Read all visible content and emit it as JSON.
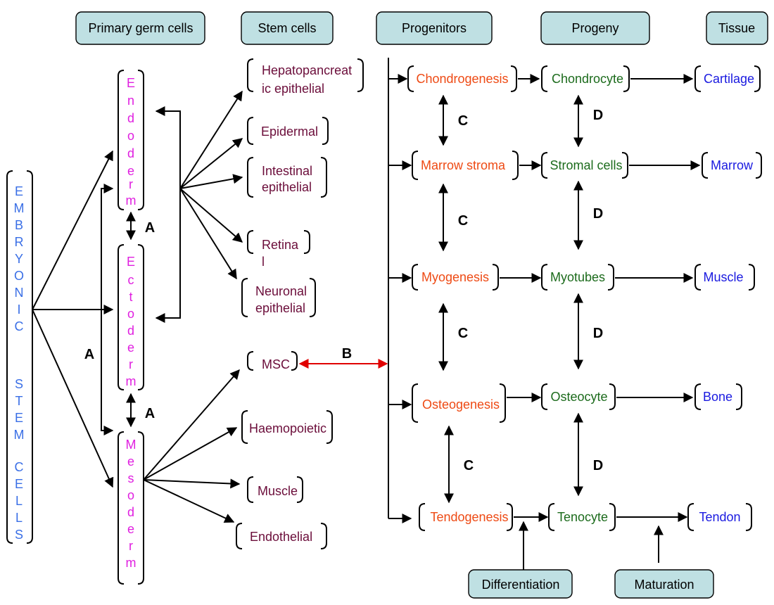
{
  "headers": {
    "primary_germ_cells": "Primary germ cells",
    "stem_cells": "Stem cells",
    "progenitors": "Progenitors",
    "progeny": "Progeny",
    "tissue": "Tissue"
  },
  "embryonic": {
    "top": [
      "E",
      "M",
      "B",
      "R",
      "Y",
      "O",
      "N",
      "I",
      "C"
    ],
    "mid": [
      "S",
      "T",
      "E",
      "M"
    ],
    "bottom": [
      "C",
      "E",
      "L",
      "L",
      "S"
    ]
  },
  "germ_layers": {
    "endoderm": [
      "E",
      "n",
      "d",
      "o",
      "d",
      "e",
      "r",
      "m"
    ],
    "ectoderm": [
      "E",
      "c",
      "t",
      "o",
      "d",
      "e",
      "r",
      "m"
    ],
    "mesoderm": [
      "M",
      "e",
      "s",
      "o",
      "d",
      "e",
      "r",
      "m"
    ]
  },
  "stem_cells": {
    "hepato_line1": "Hepatopancreat",
    "hepato_line2": "ic epithelial",
    "epidermal": "Epidermal",
    "intestinal_line1": "Intestinal",
    "intestinal_line2": "epithelial",
    "retinal_line1": "Retina",
    "retinal_line2": "l",
    "neuronal_line1": "Neuronal",
    "neuronal_line2": "epithelial",
    "msc": "MSC",
    "haemopoietic": "Haemopoietic",
    "muscle": "Muscle",
    "endothelial": "Endothelial"
  },
  "progenitors": [
    "Chondrogenesis",
    "Marrow stroma",
    "Myogenesis",
    "Osteogenesis",
    "Tendogenesis"
  ],
  "progeny": [
    "Chondrocyte",
    "Stromal cells",
    "Myotubes",
    "Osteocyte",
    "Tenocyte"
  ],
  "tissues": [
    "Cartilage",
    "Marrow",
    "Muscle",
    "Bone",
    "Tendon"
  ],
  "labels": {
    "a": "A",
    "b": "B",
    "c": "C",
    "d": "D"
  },
  "footer": {
    "differentiation": "Differentiation",
    "maturation": "Maturation"
  },
  "colors": {
    "header_fill": "#bfe0e3",
    "germ_text": "#e020e0",
    "embryonic_text": "#3a6fe6",
    "stem_text": "#6b0d3a",
    "progenitor_text": "#ee4a14",
    "progeny_text": "#1c6b1c",
    "tissue_text": "#1a1ae0",
    "msc_link": "#e00000"
  }
}
